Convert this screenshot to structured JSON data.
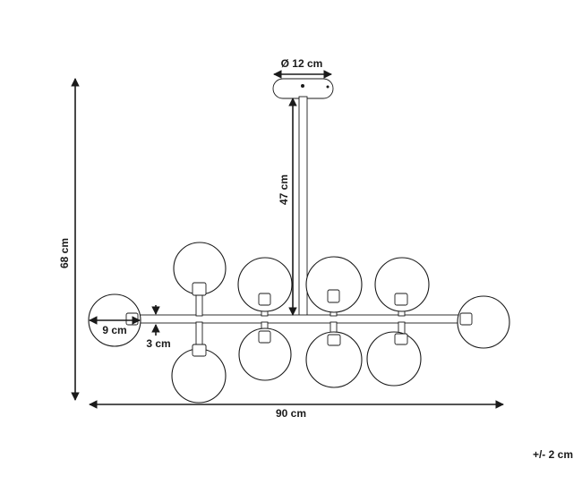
{
  "dimensions": {
    "canopy_diameter": "Ø 12 cm",
    "rod_length": "47 cm",
    "total_height": "68 cm",
    "total_width": "90 cm",
    "globe_diameter": "9 cm",
    "bar_thickness": "3 cm"
  },
  "tolerance": "+/- 2 cm",
  "colors": {
    "line": "#1a1a1a",
    "background": "#ffffff"
  }
}
